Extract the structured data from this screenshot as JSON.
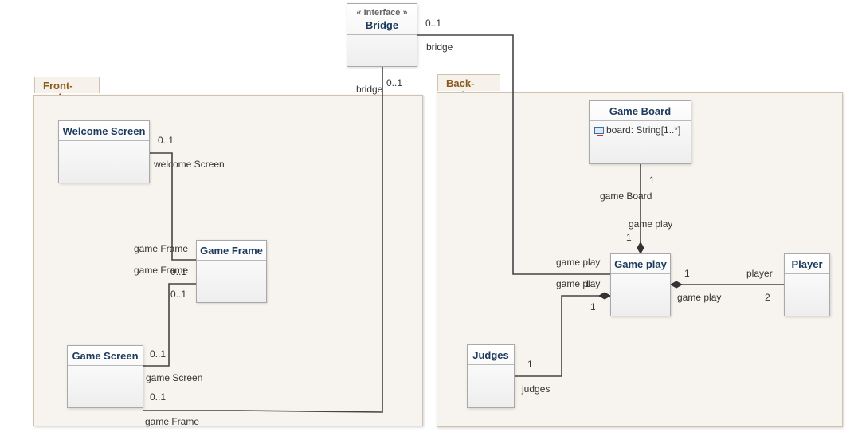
{
  "packages": {
    "frontend": "Front-end",
    "backend": "Back-end"
  },
  "classes": {
    "bridge": {
      "stereotype": "« Interface »",
      "name": "Bridge"
    },
    "welcome_screen": {
      "name": "Welcome Screen"
    },
    "game_frame": {
      "name": "Game Frame"
    },
    "game_screen": {
      "name": "Game Screen"
    },
    "game_board": {
      "name": "Game Board",
      "attribute": "board: String[1..*]"
    },
    "game_play": {
      "name": "Game play"
    },
    "player": {
      "name": "Player"
    },
    "judges": {
      "name": "Judges"
    }
  },
  "edge_labels": {
    "bridge_gameplay_mult": "0..1",
    "bridge_gameplay_role": "bridge",
    "bridge_gameplay_far_role": "game play",
    "bridge_gameplay_far_mult": "1",
    "bridge_gamescreen_mult": "0..1",
    "bridge_gamescreen_role": "bridge",
    "welcome_mult": "0..1",
    "welcome_role": "welcome Screen",
    "frame_from_welcome_role": "game Frame",
    "frame_from_welcome_mult": "0..1",
    "frame_to_screen_role": "game Frame",
    "frame_to_screen_mult": "0..1",
    "screen_to_frame_mult": "0..1",
    "screen_to_frame_role": "game Screen",
    "screen_to_bridge_mult": "0..1",
    "screen_to_bridge_role": "game Frame",
    "board_mult": "1",
    "board_role": "game Board",
    "board_gameplay_role": "game play",
    "board_gameplay_mult": "1",
    "gameplay_player_mult": "1",
    "gameplay_player_far_role": "player",
    "gameplay_player_role": "game play",
    "gameplay_player_far_mult": "2",
    "judges_gameplay_role": "game play",
    "judges_gameplay_mult": "1",
    "judges_mult": "1",
    "judges_role": "judges"
  },
  "colors": {
    "package_fill": "#f7f3ee",
    "package_title": "#8a5a1a",
    "class_title": "#1c3a5c",
    "edge": "#444444"
  }
}
